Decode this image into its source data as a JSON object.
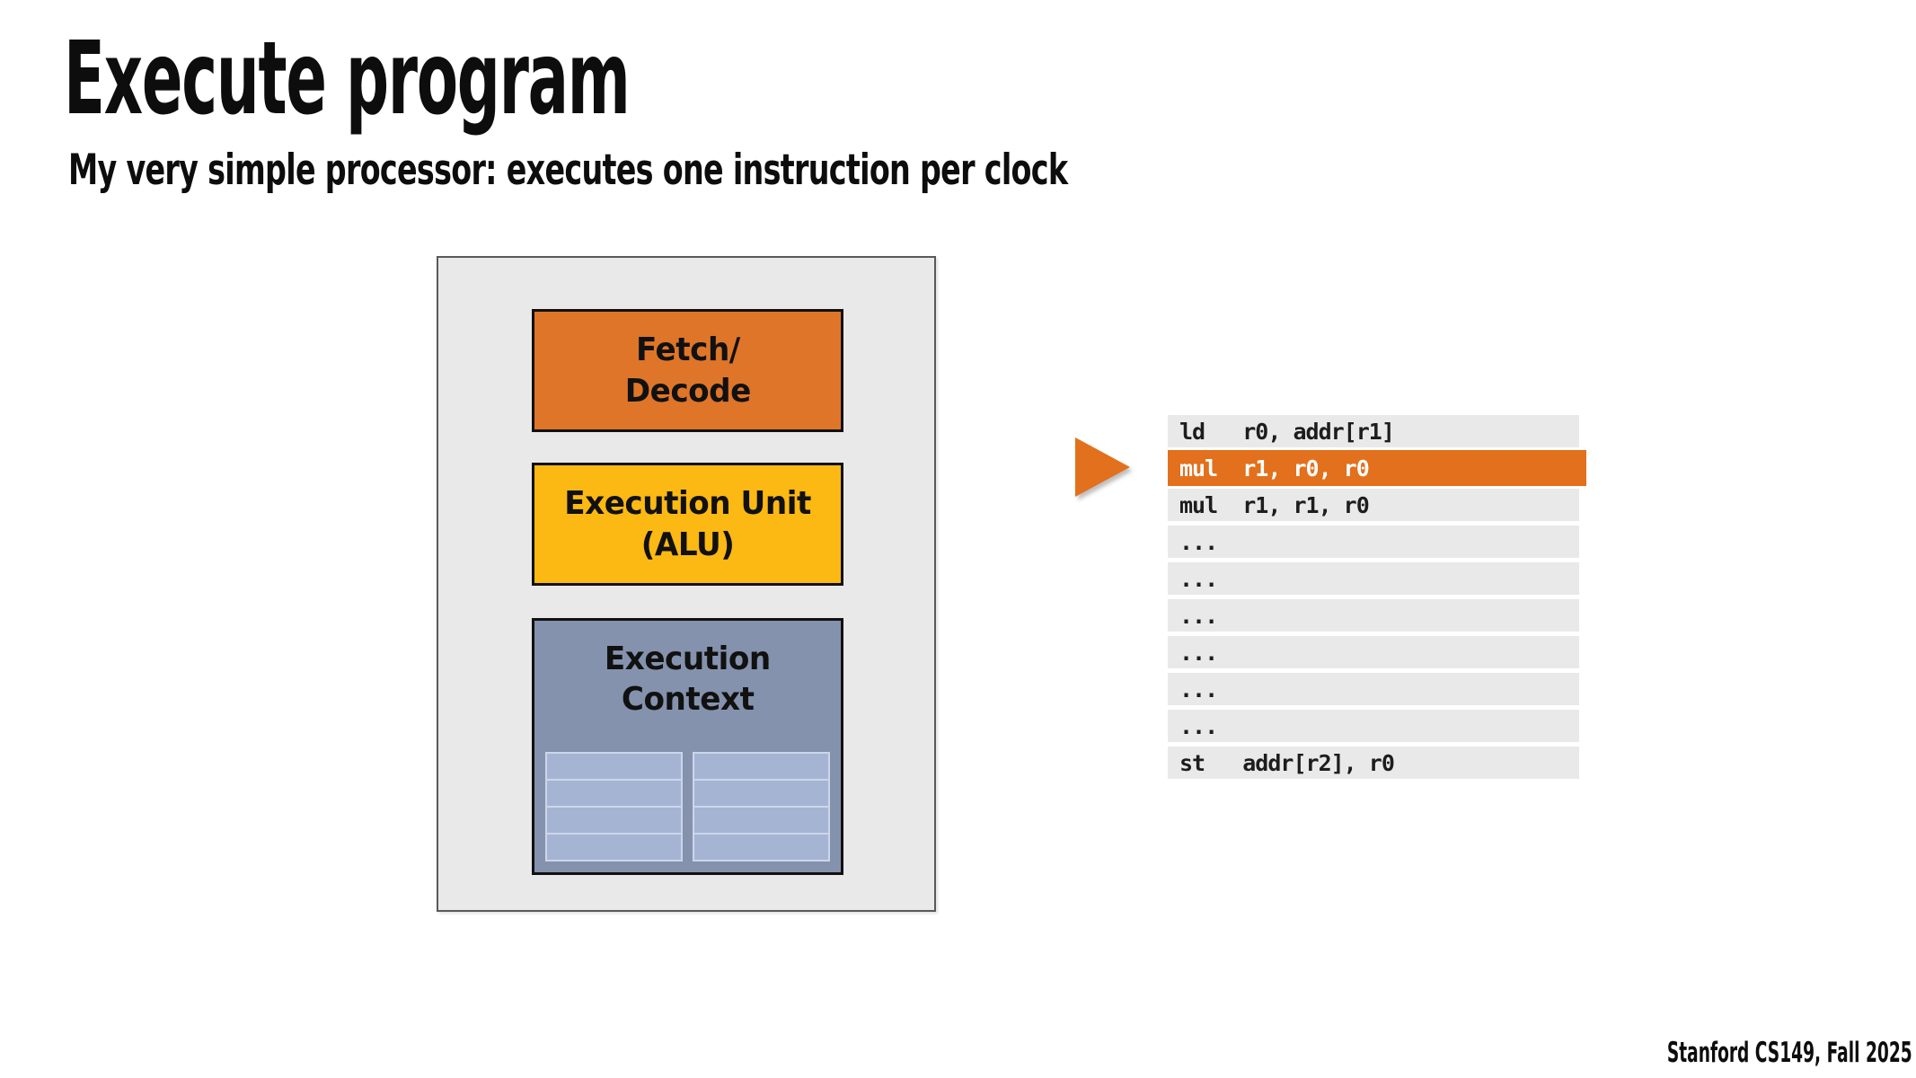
{
  "slide": {
    "title": "Execute program",
    "subtitle": "My very simple processor: executes one instruction per clock",
    "footer": "Stanford CS149, Fall 2025"
  },
  "processor": {
    "fetch_decode_label": [
      "Fetch/",
      "Decode"
    ],
    "execution_unit_label": [
      "Execution Unit",
      "(ALU)"
    ],
    "execution_context_label": [
      "Execution",
      "Context"
    ],
    "register_groups": 2,
    "registers_per_group": 4
  },
  "program": {
    "highlight_index": 1,
    "instructions": [
      {
        "text": "ld   r0, addr[r1]"
      },
      {
        "text": "mul  r1, r0, r0"
      },
      {
        "text": "mul  r1, r1, r0"
      },
      {
        "text": "..."
      },
      {
        "text": "..."
      },
      {
        "text": "..."
      },
      {
        "text": "..."
      },
      {
        "text": "..."
      },
      {
        "text": "..."
      },
      {
        "text": "st   addr[r2], r0"
      }
    ]
  },
  "colors": {
    "fetch_fill": "#df7529",
    "alu_fill": "#fcb813",
    "context_fill": "#8492ad",
    "register_fill": "#a6b4d4",
    "register_line": "#ccd6ea",
    "panel_fill": "#e9e9e9",
    "panel_border": "#58595b",
    "row_fill": "#e9e9e9",
    "highlight_fill": "#e2701c",
    "code_text": "#1d1d1d"
  }
}
